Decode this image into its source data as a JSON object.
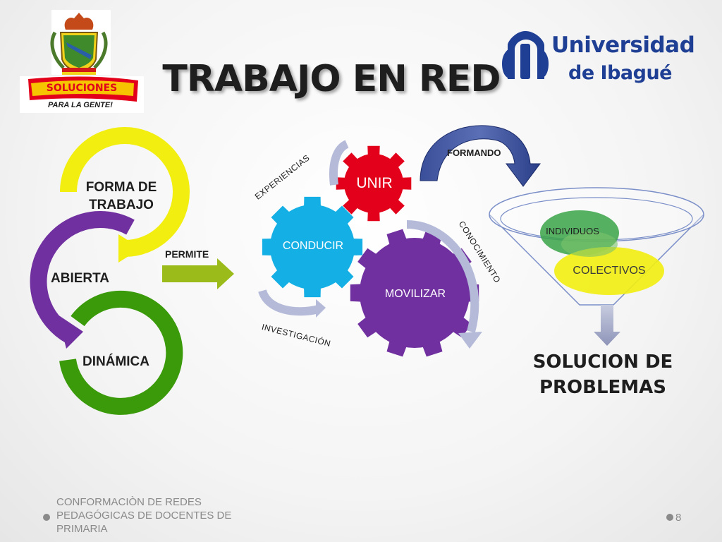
{
  "slide": {
    "title": "TRABAJO EN RED",
    "page_number": "8",
    "footer": "CONFORMACIÒN  DE REDES PEDAGÓGICAS DE DOCENTES DE PRIMARIA"
  },
  "logos": {
    "left_badge": "SOLUCIONES",
    "left_tagline": "PARA LA GENTE!",
    "university_line1": "Universidad",
    "university_line2": "de Ibagué"
  },
  "cycle": {
    "forma": "FORMA DE",
    "trabajo": "TRABAJO",
    "abierta": "ABIERTA",
    "dinamica": "DINÁMICA"
  },
  "arrows": {
    "permite": "PERMITE",
    "formando": "FORMANDO"
  },
  "gears": {
    "unir": "UNIR",
    "conducir": "CONDUCIR",
    "movilizar": "MOVILIZAR",
    "experiencias": "EXPERIENCIAS",
    "conocimiento": "CONOCIMIENTO",
    "investigacion": "INVESTIGACIÓN"
  },
  "funnel": {
    "individuos": "INDIVIDUOS",
    "colectivos": "COLECTIVOS",
    "result_line1": "SOLUCION DE",
    "result_line2": "PROBLEMAS"
  },
  "colors": {
    "yellow": "#f2ee0f",
    "purple": "#7030a0",
    "green": "#3a9a0a",
    "red": "#e3001b",
    "blue": "#0aaee3",
    "olive": "#9bbb1a",
    "navy": "#253c86"
  }
}
